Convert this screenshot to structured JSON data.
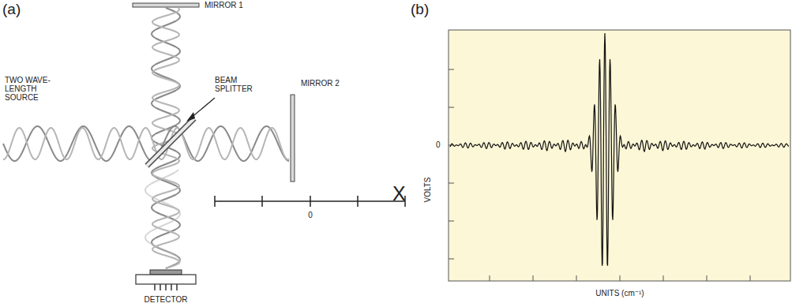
{
  "diagram": {
    "labels": [
      "(a)",
      "(b)",
      "MIRROR 1",
      "TWO WAVE-LENGTH SOURCE",
      "BEAM SPLITTER",
      "MIRROR 2",
      "0",
      "X",
      "DETECTOR",
      "VOLTS",
      "0",
      "UNITS (cm⁻¹)"
    ]
  }
}
